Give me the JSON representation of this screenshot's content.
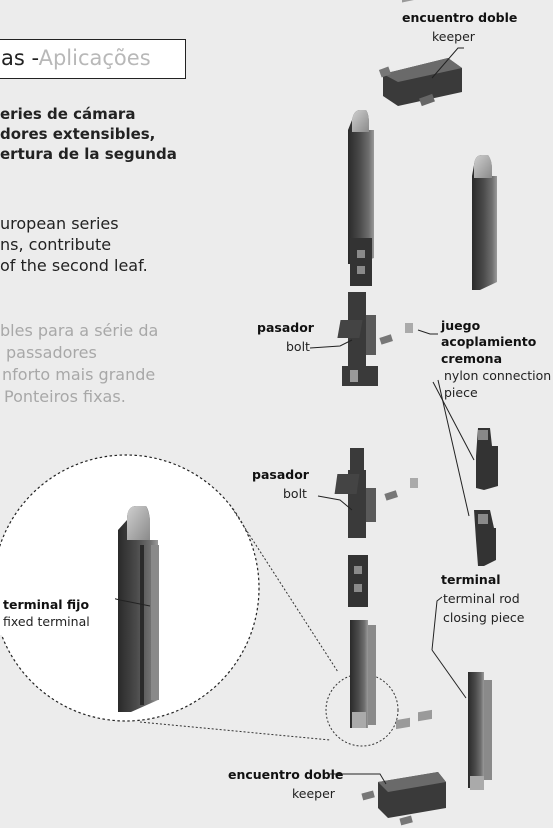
{
  "title": {
    "prefix": "as -",
    "accent": "Aplicações"
  },
  "spanish_lines": [
    "eries de cámara",
    "dores extensibles,",
    "ertura de la segunda"
  ],
  "english_lines": [
    "uropean series",
    "ns, contribute",
    "of the second leaf."
  ],
  "portuguese_lines": [
    "bles para a série da",
    "passadores",
    "nforto mais grande",
    "Ponteiros fixas."
  ],
  "labels": {
    "keeper_top_es": "encuentro doble",
    "keeper_top_en": "keeper",
    "bolt1_es": "pasador",
    "bolt1_en": "bolt",
    "juego_es_1": "juego",
    "juego_es_2": "acoplamiento",
    "juego_es_3": "cremona",
    "juego_en_1": "nylon connection",
    "juego_en_2": "piece",
    "bolt2_es": "pasador",
    "bolt2_en": "bolt",
    "terminal_es": "terminal",
    "terminal_en_1": "terminal rod",
    "terminal_en_2": "closing piece",
    "fixed_es": "terminal fijo",
    "fixed_en": "fixed terminal",
    "keeper_bottom_es": "encuentro doble",
    "keeper_bottom_en": "keeper"
  },
  "colors": {
    "background": "#ececec",
    "part_dark": "#3a3a3a",
    "part_mid": "#5e5e5e",
    "part_light": "#8a8a8a",
    "text_gray": "#a8a8a8"
  }
}
